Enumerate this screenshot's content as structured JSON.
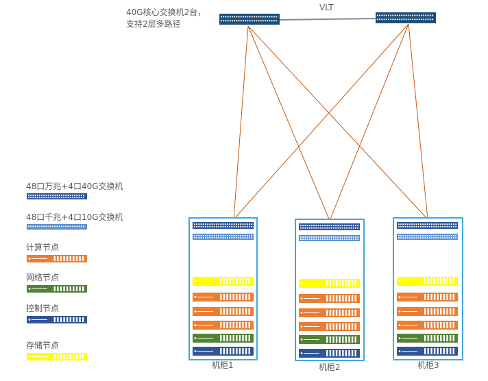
{
  "core": {
    "caption_line1": "40G核心交换机2台，",
    "caption_line2": "支持2层多路径",
    "vlt_label": "VLT"
  },
  "legend": [
    {
      "label": "48口万兆+4口40G交换机",
      "kind": "switch40g"
    },
    {
      "label": "48口千兆+4口10G交换机",
      "kind": "switch10g"
    },
    {
      "label": "计算节点",
      "kind": "compute"
    },
    {
      "label": "网络节点",
      "kind": "network"
    },
    {
      "label": "控制节点",
      "kind": "control"
    },
    {
      "label": "存储节点",
      "kind": "storage"
    }
  ],
  "cabinets": [
    {
      "label": "机柜1",
      "devices": [
        "switch40g",
        "switch10g",
        "storage",
        "compute",
        "compute",
        "compute",
        "network",
        "control"
      ]
    },
    {
      "label": "机柜2",
      "devices": [
        "switch40g",
        "switch10g",
        "storage",
        "compute",
        "compute",
        "compute",
        "network",
        "control"
      ]
    },
    {
      "label": "机柜3",
      "devices": [
        "switch40g",
        "switch10g",
        "storage",
        "compute",
        "compute",
        "compute",
        "network",
        "control"
      ]
    }
  ],
  "colors": {
    "switch40g": "#2e5597",
    "switch10g": "#5b8fd0",
    "compute": "#ed7d31",
    "network": "#548235",
    "control": "#2f5597",
    "storage": "#ffff00",
    "core_switch": "#1f4e79",
    "cabinet_border": "#3da9e0",
    "uplink": "#c55a11",
    "vlt_link": "#7f8c9d"
  }
}
